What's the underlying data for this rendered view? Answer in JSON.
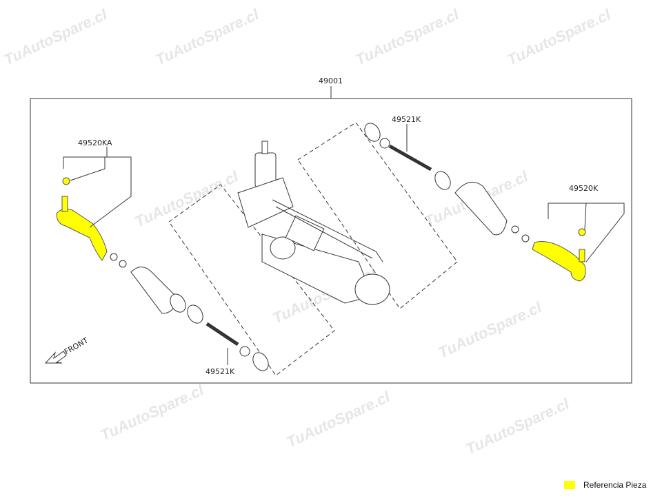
{
  "watermark": "TuAutoSpare.cl",
  "diagram": {
    "assembly_label": "49001",
    "parts": {
      "tie_rod_end_left": "49520KA",
      "inner_tie_rod_top": "49521K",
      "tie_rod_end_right": "49520K",
      "inner_tie_rod_bottom": "49521K"
    },
    "front_label": "FRONT"
  },
  "legend": {
    "label": "Referencia Pieza",
    "color": "#ffff00"
  }
}
